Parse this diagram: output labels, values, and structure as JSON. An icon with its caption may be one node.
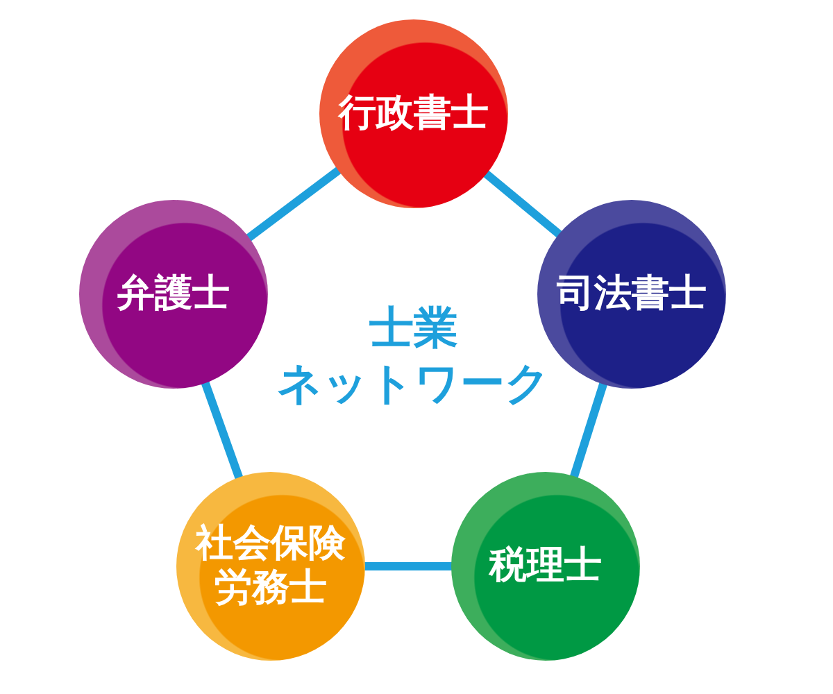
{
  "diagram": {
    "nodes": [
      {
        "text": [
          "行政書士"
        ]
      },
      {
        "text": [
          "司法書士"
        ]
      },
      {
        "text": [
          "税理士"
        ]
      },
      {
        "text": [
          "社会保険労務士"
        ]
      },
      {
        "text": [
          "弁護士"
        ]
      }
    ],
    "edges": [
      {
        "from": 0,
        "to": 1,
        "arrow": "none"
      },
      {
        "from": 1,
        "to": 2,
        "arrow": "none"
      },
      {
        "from": 2,
        "to": 3,
        "arrow": "none"
      },
      {
        "from": 3,
        "to": 4,
        "arrow": "none"
      },
      {
        "from": 4,
        "to": 0,
        "arrow": "none"
      }
    ],
    "labels": [
      "士業",
      "ネットワーク"
    ]
  }
}
